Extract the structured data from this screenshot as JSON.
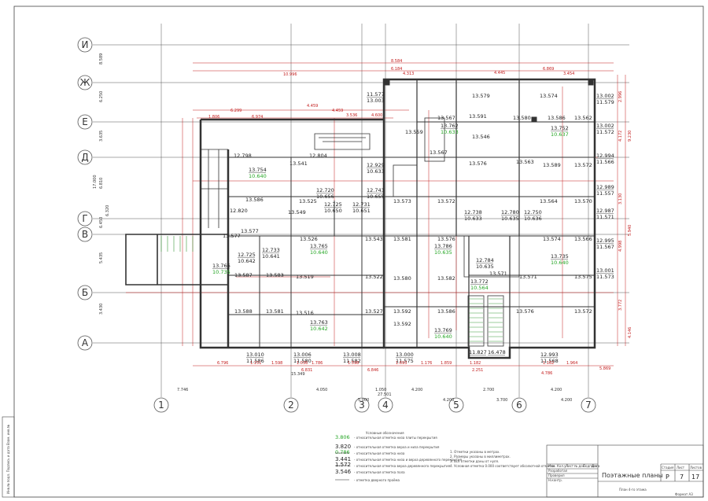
{
  "axes_letters": [
    "И",
    "Ж",
    "Е",
    "Д",
    "Г",
    "В",
    "Б",
    "А"
  ],
  "axes_numbers": [
    "1",
    "2",
    "3",
    "4",
    "5",
    "6",
    "7"
  ],
  "levels": [
    {
      "a": "11.577",
      "b": "13.003"
    },
    {
      "a": "13.002",
      "b": "11.579"
    },
    {
      "a": "13.002",
      "b": "11.572"
    },
    {
      "a": "12.994",
      "b": "11.566"
    },
    {
      "a": "12.989",
      "b": "11.557"
    },
    {
      "a": "12.987",
      "b": "11.571"
    },
    {
      "a": "12.995",
      "b": "11.567"
    },
    {
      "a": "13.001",
      "b": "11.573"
    },
    {
      "a": "13.010",
      "b": "11.586"
    },
    {
      "a": "13.006",
      "b": "11.580"
    },
    {
      "a": "13.008",
      "b": "11.582"
    },
    {
      "a": "13.000",
      "b": "11.575"
    },
    {
      "a": "12.993",
      "b": "11.568"
    },
    {
      "a": "12.725",
      "b": "10.642"
    },
    {
      "a": "12.733",
      "b": "10.641"
    },
    {
      "a": "12.720",
      "b": "10.656"
    },
    {
      "a": "12.725",
      "b": "10.650"
    },
    {
      "a": "12.731",
      "b": "10.651"
    },
    {
      "a": "12.743",
      "b": "10.655"
    },
    {
      "a": "12.929",
      "b": "10.633"
    },
    {
      "a": "12.738",
      "b": "10.633"
    },
    {
      "a": "12.780",
      "b": "10.635"
    },
    {
      "a": "12.750",
      "b": "10.636"
    },
    {
      "a": "12.784",
      "b": "10.635"
    },
    {
      "a": "11.827",
      "b": ""
    },
    {
      "a": "16.478",
      "b": ""
    }
  ],
  "green_levels": [
    {
      "a": "13.754",
      "b": "10.640"
    },
    {
      "a": "13.765",
      "b": "10.640"
    },
    {
      "a": "13.762",
      "b": "10.633"
    },
    {
      "a": "13.752",
      "b": "10.637"
    },
    {
      "a": "13.786",
      "b": "10.635"
    },
    {
      "a": "13.735",
      "b": "10.640"
    },
    {
      "a": "13.766",
      "b": "10.735"
    },
    {
      "a": "13.763",
      "b": "10.642"
    },
    {
      "a": "13.769",
      "b": "10.640"
    },
    {
      "a": "13.772",
      "b": "10.564"
    }
  ],
  "room_marks": [
    "12.798",
    "12.804",
    "13.577",
    "13.541",
    "12.820",
    "13.586",
    "13.549",
    "13.525",
    "13.526",
    "13.543",
    "13.581",
    "13.576",
    "13.573",
    "13.572",
    "13.567",
    "13.591",
    "13.580",
    "13.586",
    "13.562",
    "13.576",
    "13.563",
    "13.589",
    "13.572",
    "13.564",
    "13.570",
    "13.574",
    "13.566",
    "13.587",
    "13.583",
    "13.519",
    "13.522",
    "13.580",
    "13.582",
    "13.571",
    "13.575",
    "13.592",
    "13.588",
    "13.581",
    "13.516",
    "13.527",
    "13.592",
    "13.586",
    "13.576",
    "13.572",
    "13.571",
    "13.577",
    "13.559",
    "13.546",
    "13.579",
    "13.574",
    "13.567"
  ],
  "top_dims": [
    "8.584",
    "6.184",
    "4.313",
    "4.445",
    "6.869",
    "3.454",
    "10.996",
    "4.459",
    "3.536",
    "6.974",
    "4.459",
    "4.600",
    "6.299",
    "1.806"
  ],
  "bottom_dims": [
    "6.796",
    "1.151",
    "1.598",
    "1.036",
    "1.786",
    "1.598",
    "1.693",
    "1.176",
    "1.859",
    "1.182",
    "1.182",
    "1.964",
    "5.869",
    "6.831",
    "2.251",
    "6.846",
    "4.786",
    "15.349",
    "7.746",
    "4.050",
    "1.050",
    "4.200",
    "2.700",
    "4.200",
    "27.501",
    "5.000",
    "4.200",
    "3.700",
    "4.200"
  ],
  "left_dims": [
    "8.589",
    "6.250",
    "3.635",
    "6.810",
    "6.450",
    "5.435",
    "3.430",
    "17.000",
    "6.320"
  ],
  "right_dims": [
    "3.772",
    "4.998",
    "3.130",
    "4.172",
    "2.996",
    "9.230",
    "5.940",
    "4.146"
  ],
  "legend": {
    "title": "Условные обозначения",
    "items": [
      {
        "sample": "3.806",
        "note": "- относительная отметка низа плиты перекрытия"
      },
      {
        "sample": "3.820",
        "sample2": "0.786",
        "note": "- относительная отметка верха и низа перекрытия"
      },
      {
        "sample": "",
        "note": "- относительная отметка низа"
      },
      {
        "sample": "3.441",
        "sample2": "1.572",
        "note": "- относительная отметка низа и верха деревянного перекрытия"
      },
      {
        "sample": "",
        "note": "- относительная отметка верха деревянного перекрытия"
      },
      {
        "sample": "3.546",
        "note": "- относительная отметка пола"
      },
      {
        "sample": "",
        "note": "- отметка дверного проёма"
      }
    ],
    "notes": [
      "1. Отметки указаны в метрах.",
      "2. Размеры указаны в миллиметрах.",
      "3. Все отметки даны от нуля.",
      "4. Условная отметка 0.000 соответствует абсолютной отметке."
    ]
  },
  "title_block": {
    "title": "Поэтажные планы",
    "subtitle": "План 4-го этажа",
    "stage_label": "Стадия",
    "sheet_label": "Лист",
    "sheets_label": "Листов",
    "stage": "Р",
    "sheet": "7",
    "sheets": "17",
    "format": "Формат А3",
    "cols": [
      "Изм.",
      "Кол.уч",
      "Лист",
      "№ док.",
      "Подпись",
      "Дата"
    ],
    "rows": [
      "Разработал",
      "Проверил",
      "Н.контр."
    ]
  },
  "side_stamp": "Инв.№ подл.   Подпись и дата   Взам. инв.№"
}
